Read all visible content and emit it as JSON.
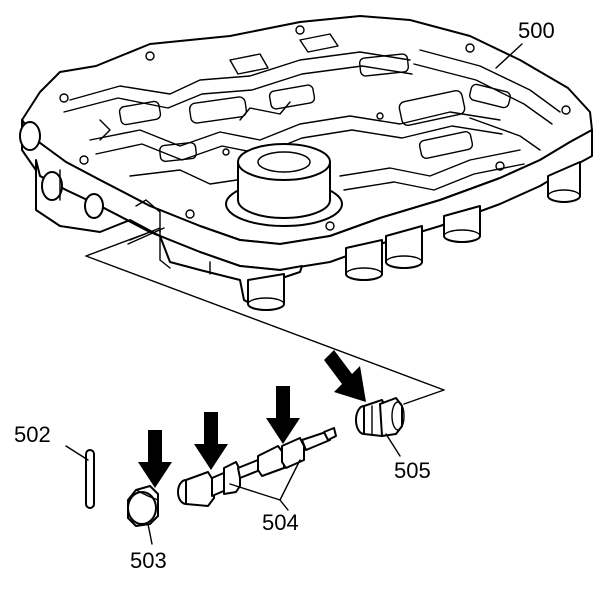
{
  "callouts": {
    "valve_body": "500",
    "pin": "502",
    "plug": "503",
    "valve": "504",
    "bore_plug": "505"
  },
  "colors": {
    "ink": "#000000",
    "paper": "#ffffff"
  }
}
